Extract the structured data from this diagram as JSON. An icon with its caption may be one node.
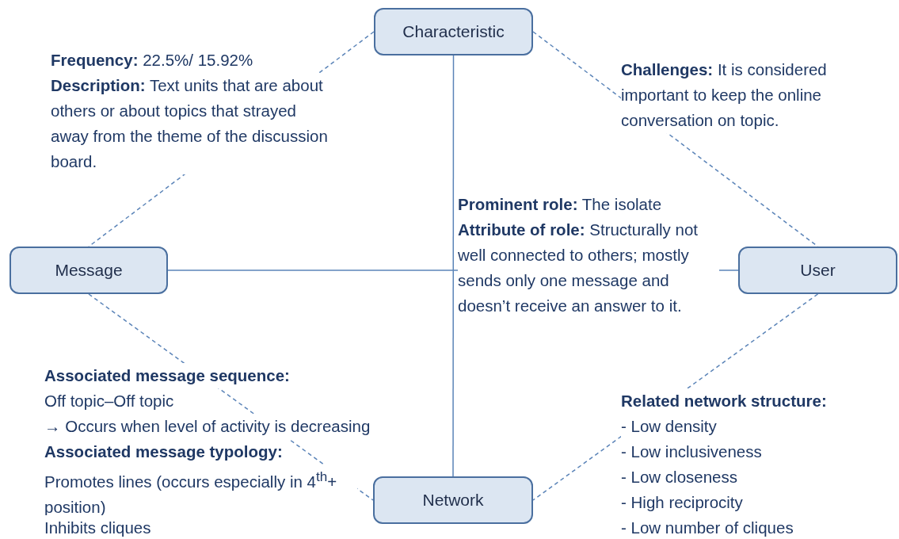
{
  "diagram": {
    "nodes": [
      {
        "text": [
          "Characteristic"
        ]
      },
      {
        "text": [
          "Message"
        ]
      },
      {
        "text": [
          "User"
        ]
      },
      {
        "text": [
          "Network"
        ]
      }
    ],
    "edges": [
      {
        "from": 0,
        "to": 1,
        "arrow": "none",
        "style": "dashed"
      },
      {
        "from": 0,
        "to": 2,
        "arrow": "none",
        "style": "dashed"
      },
      {
        "from": 0,
        "to": 3,
        "arrow": "none"
      },
      {
        "from": 1,
        "to": 2,
        "arrow": "none"
      },
      {
        "from": 1,
        "to": 3,
        "arrow": "none",
        "style": "dashed"
      },
      {
        "from": 2,
        "to": 3,
        "arrow": "none",
        "style": "dashed"
      }
    ],
    "labels": [
      "**Frequency:** 22.5%/ 15.92%",
      "**Description:** Text units that are about others or about topics that strayed away from the theme of the discussion board.",
      "**Challenges:**  It is considered important to keep the online conversation on topic.",
      "**Prominent role:** The isolate",
      "**Attribute of role:** Structurally not well connected to others; mostly sends only one message and doesn’t receive an answer to it.",
      "Associated message sequence:",
      "Off topic–Off topic",
      "→ Occurs when level of activity is decreasing",
      "Associated message typology:",
      "Promotes lines (occurs especially in 4$^{th}$+ position)",
      "Inhibits cliques",
      "Related network structure:",
      "- Low density",
      "- Low inclusiveness",
      "- Low closeness",
      "- High reciprocity",
      "- Low number of cliques"
    ]
  }
}
